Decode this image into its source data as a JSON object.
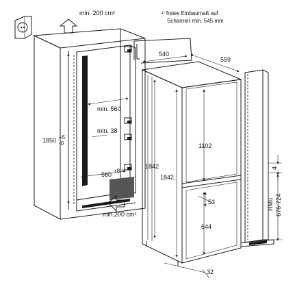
{
  "labels": {
    "vent_top": "min. 200 cm²",
    "vent_bottom": "min.200 cm²",
    "note_line1": "¹⁾ freies Einbaumaß auf",
    "note_line2": "Scharnier min. 545 mm",
    "niche_height": "1850",
    "niche_height_sup": "+5",
    "niche_height_sub": "-0",
    "niche_depth": "min. 560",
    "gap": "min. 38",
    "niche_width": "560",
    "niche_width_sup": "+8 ¹⁾",
    "appliance_depth": "540",
    "appliance_width": "559",
    "appliance_height_a": "1842",
    "appliance_height_b": "1842",
    "fridge_door": "1102",
    "gap_mid": "53",
    "freezer_door": "644",
    "bottom_gap": "32",
    "side_gap": "4",
    "door_height_label": "HMu",
    "door_height_range": "676-724"
  },
  "icons": {
    "socket": "power-socket-icon",
    "arrow_up": "airflow-up-arrow-icon",
    "arrow_in": "airflow-in-arrow-icon"
  }
}
